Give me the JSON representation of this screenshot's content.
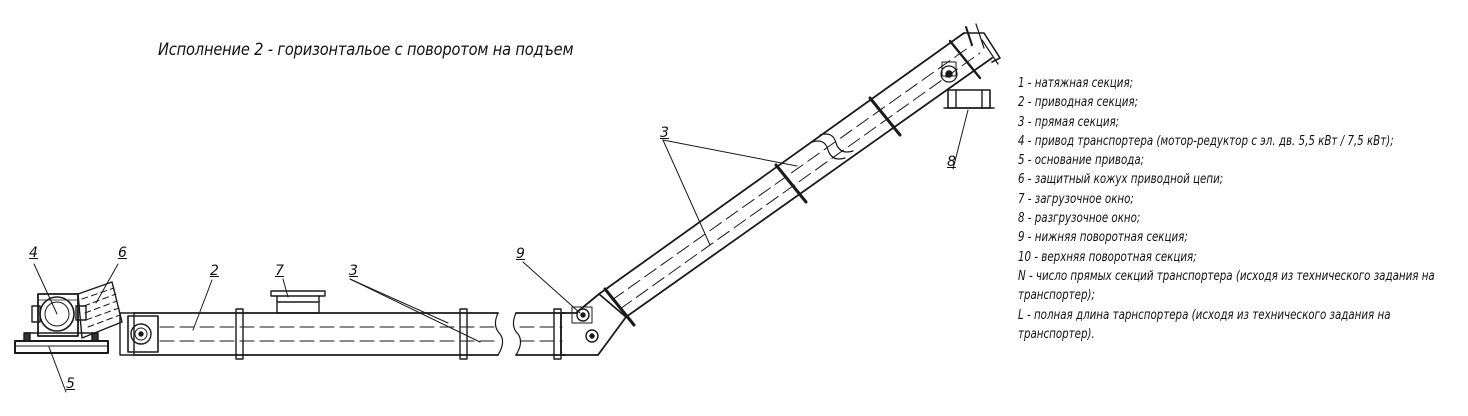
{
  "title": "Исполнение  2 - горизонтальое с поворотом на подъем",
  "callouts": {
    "c2": "2",
    "c3_left": "3",
    "c3_right": "3",
    "c4": "4",
    "c5": "5",
    "c6": "6",
    "c7": "7",
    "c8": "8",
    "c9": "9"
  },
  "legend": [
    "1 - натяжная секция;",
    "2 - приводная секция;",
    "3 - прямая секция;",
    "4 - привод транспортера (мотор-редуктор с эл. дв. 5,5 кВт / 7,5 кВт);",
    "5 - основание привода;",
    "6 - защитный кожух приводной цепи;",
    "7 - загрузочное окно;",
    "8 - разгрузочное окно;",
    "9 - нижняя поворотная секция;",
    "10 - верхняя поворотная секция;",
    "N - число прямых секций транспортера (исходя из технического задания на транспортер);",
    "L - полная длина тарнспортера (исходя из технического задания на транспортер)."
  ]
}
